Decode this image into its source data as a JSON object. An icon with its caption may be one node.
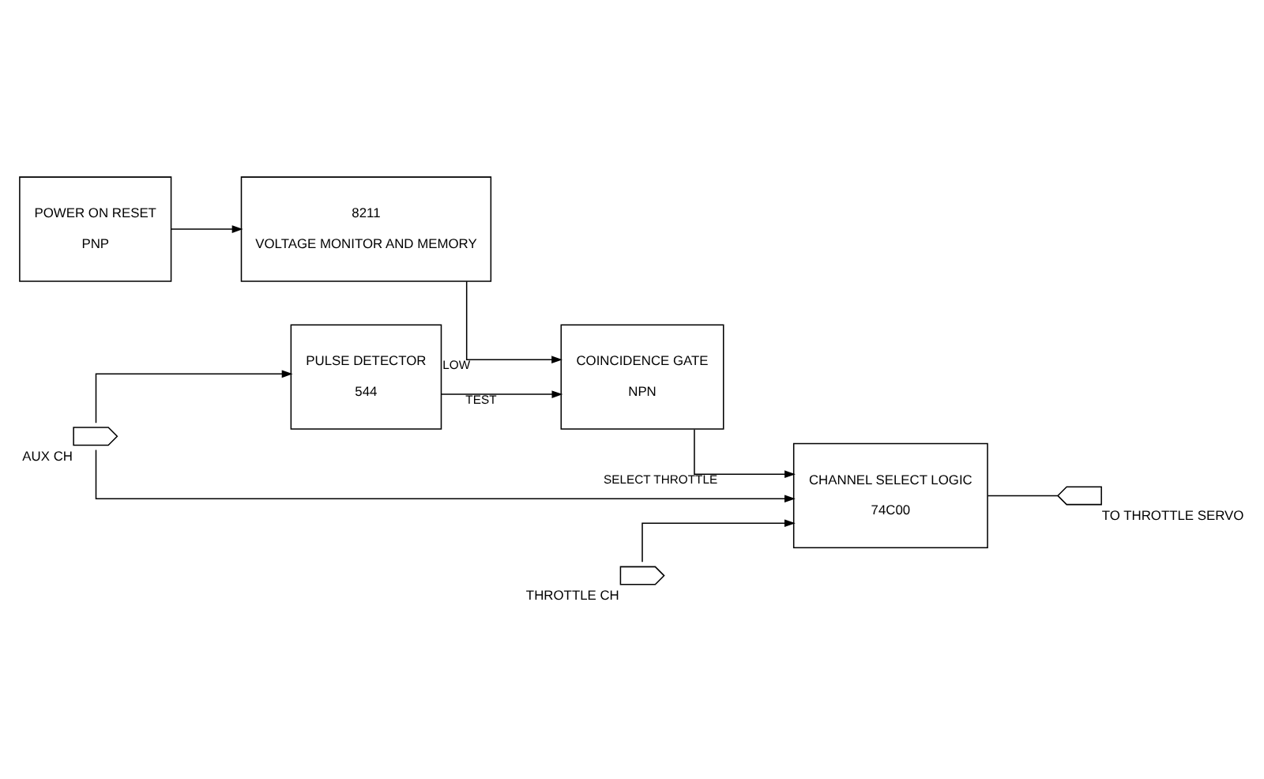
{
  "diagram": {
    "nodes": [
      {
        "text": [
          "POWER ON RESET",
          "PNP"
        ]
      },
      {
        "text": [
          "8211",
          "VOLTAGE MONITOR AND MEMORY"
        ]
      },
      {
        "text": [
          "COINCIDENCE GATE",
          "NPN"
        ]
      },
      {
        "text": [
          "PULSE DETECTOR",
          "544"
        ]
      },
      {
        "text": [
          "CHANNEL SELECT LOGIC",
          "74C00"
        ]
      },
      {
        "text": [],
        "shape": "connector",
        "beside": [
          "AUX CH"
        ]
      },
      {
        "text": [],
        "shape": "connector",
        "beside": [
          "THROTTLE CH"
        ]
      },
      {
        "text": [],
        "shape": "connector",
        "beside": [
          "TO THROTTLE SERVO"
        ]
      }
    ],
    "edges": [
      {
        "from": 0,
        "to": 1,
        "arrow": "to"
      },
      {
        "from": 1,
        "to": 2,
        "arrow": "to",
        "label": "LOW"
      },
      {
        "from": 3,
        "to": 2,
        "arrow": "to",
        "label": "TEST"
      },
      {
        "from": 5,
        "to": 3,
        "arrow": "to"
      },
      {
        "from": 5,
        "to": 4,
        "arrow": "to"
      },
      {
        "from": 2,
        "to": 4,
        "arrow": "to",
        "label": "SELECT THROTTLE"
      },
      {
        "from": 6,
        "to": 4,
        "arrow": "to"
      },
      {
        "from": 4,
        "to": 7,
        "arrow": "none"
      }
    ]
  }
}
